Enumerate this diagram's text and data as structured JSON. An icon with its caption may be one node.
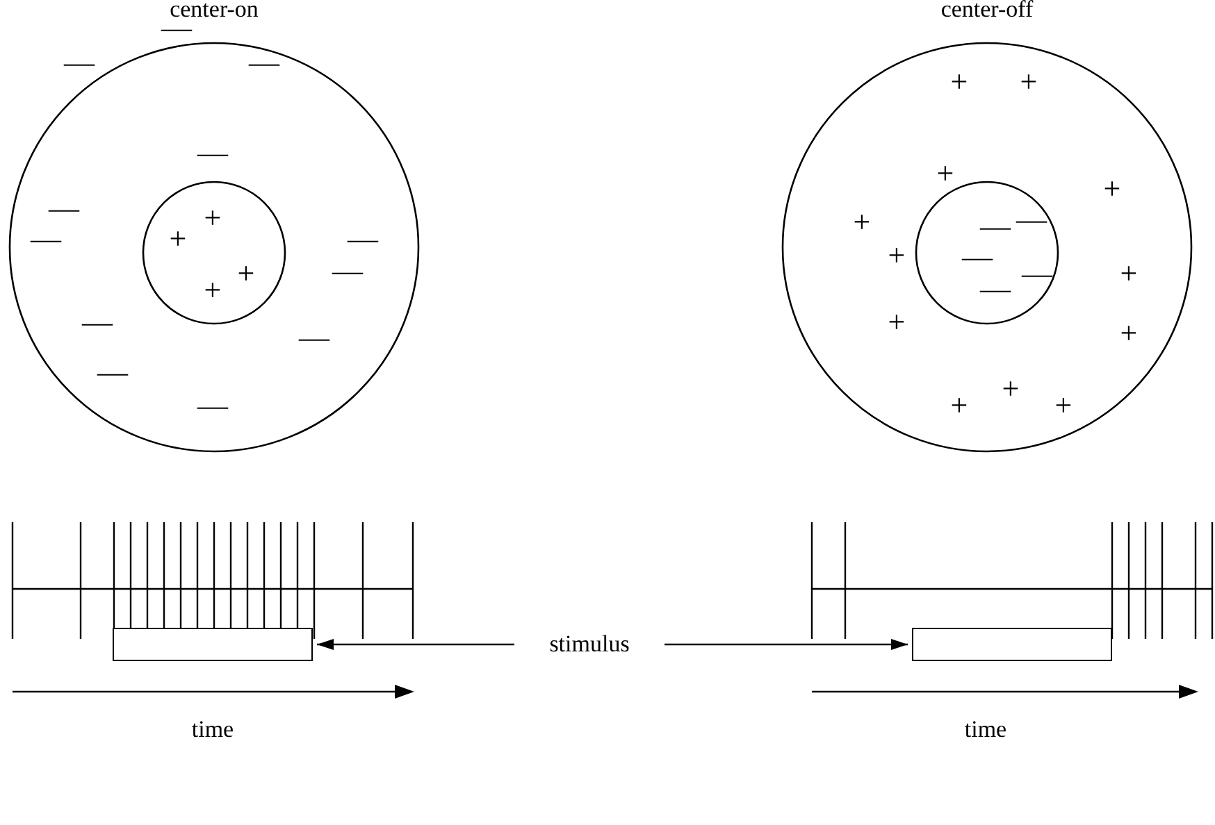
{
  "diagram": {
    "nodes": [
      {
        "text": [
          "center-on"
        ]
      },
      {
        "text": [],
        "shape": "circle",
        "in": 0
      },
      {
        "text": [
          "center-off"
        ]
      },
      {
        "text": [],
        "shape": "circle",
        "in": 2
      },
      {
        "text": [
          "stimulus"
        ]
      },
      {
        "text": [],
        "shape": "box"
      },
      {
        "text": [],
        "shape": "box"
      }
    ],
    "edges": [
      {
        "from": 4,
        "to": 5,
        "arrow": "to"
      },
      {
        "from": 4,
        "to": 6,
        "arrow": "to"
      }
    ],
    "labels": [
      "—",
      "—",
      "—",
      "—",
      "—",
      "—",
      "+",
      "+",
      "+",
      "—",
      "—",
      "+",
      "—",
      "—",
      "—",
      "—",
      "+",
      "+",
      "+",
      "—",
      "+",
      "—",
      "+",
      "—",
      "+",
      "—",
      "—",
      "+",
      "+",
      "+",
      "+",
      "+",
      "+",
      "time",
      "time"
    ]
  }
}
